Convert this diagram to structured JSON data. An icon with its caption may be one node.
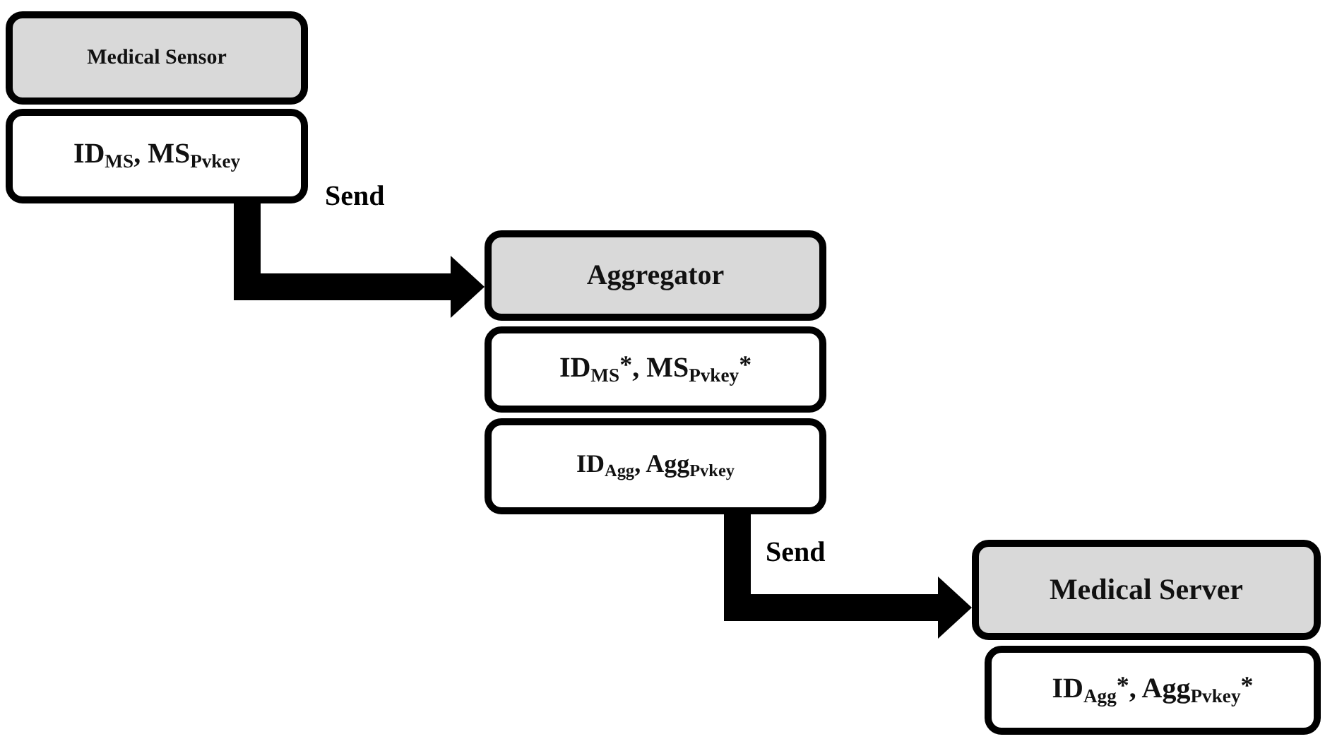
{
  "diagram": {
    "nodes": [
      {
        "text": [
          "Medical Sensor"
        ]
      },
      {
        "text": [
          "ID$_{MS}$, MS$_{Pvkey}$"
        ]
      },
      {
        "text": [
          "Aggregator"
        ]
      },
      {
        "text": [
          "ID$_{MS}$$^{*}$, MS$_{Pvkey}$$^{*}$"
        ]
      },
      {
        "text": [
          "ID$_{Agg}$, Agg$_{Pvkey}$"
        ]
      },
      {
        "text": [
          "Medical Server"
        ]
      },
      {
        "text": [
          "ID$_{Agg}$$^{*}$, Agg$_{Pvkey}$$^{*}$"
        ]
      }
    ],
    "edges": [
      {
        "from": 1,
        "to": 2,
        "arrow": "to",
        "label": "Send"
      },
      {
        "from": 4,
        "to": 5,
        "arrow": "to",
        "label": "Send"
      }
    ]
  }
}
